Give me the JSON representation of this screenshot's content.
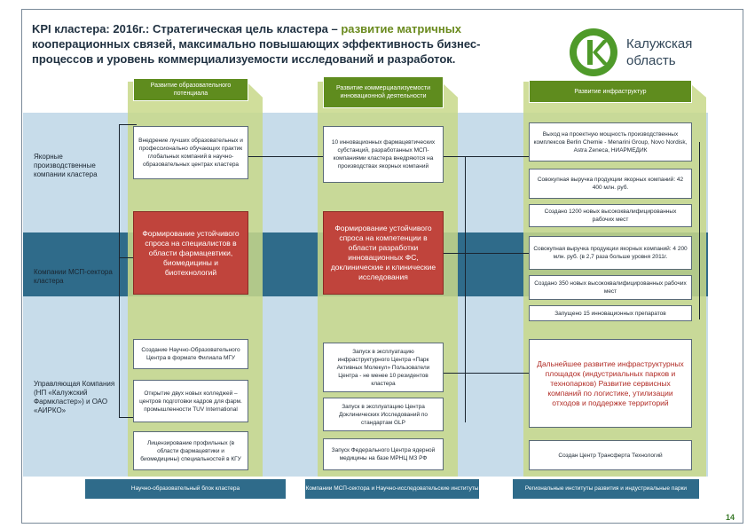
{
  "header": {
    "title_part1": "KPI кластера: 2016г.: Стратегическая цель кластера – ",
    "title_highlight": "развитие  матричных",
    "title_line2": "кооперационных связей, максимально повышающих  эффективность бизнес-",
    "title_line3": "процессов и уровень коммерциализуемости  исследований и разработок.",
    "region_name_line1": "Калужская",
    "region_name_line2": "область"
  },
  "columns": {
    "edu": "Развитие образовательного потенциала",
    "commerce": "Развитие коммерциализуемости инновационной деятельности",
    "infra": "Развитие инфраструктур"
  },
  "rows": {
    "anchor": "Якорные производственные компании кластера",
    "sme": "Компании МСП-сектора кластера",
    "mgmt": "Управляющая Компания (НП «Калужский Фармкластер») и ОАО «АИРКО»"
  },
  "boxes": {
    "edu_top": "Внедрение лучших образовательных и профессионально обучающих практик глобальных компаний в научно-образовательных центрах кластера",
    "edu_mid": "Формирование устойчивого спроса на специалистов в области фармацевтики, биомедицины  и биотехнологий",
    "edu_b1": "Создание Научно-Образовательного Центра в формате Филиала МГУ",
    "edu_b2": "Открытие двух новых колледжей – центров подготовки кадров для фарм. промышленности TUV International",
    "edu_b3": "Лицензирование профильных (в области фармацевтики и биомедицины) специальностей в КГУ",
    "com_top": "10 инновационных фармацевтических субстанций, разработанных МСП-компаниями кластера внедряются на производствах якорных компаний",
    "com_mid": "Формирование устойчивого спроса на компетенции в области разработки инновационных ФС, доклинические и клинические исследования",
    "com_b1": "Запуск в эксплуатацию инфраструктурного Центра «Парк Активных Молекул» Пользователи Центра - не менее 10 резидентов кластера",
    "com_b2": "Запуск в эксплуатацию Центра Доклинических Исследований по стандартам GLP",
    "com_b3": "Запуск Федерального Центра ядерной медицины на базе МРНЦ МЗ РФ",
    "inf_1": "Выход на проектную мощность производственных комплексов Berlin Chemie - Menarini Group, Novo Nordisk, Astra Zeneca, НИАРМЕДИК",
    "inf_2": "Совокупная выручка продукции якорных компаний: 42 400 млн. руб.",
    "inf_3": "Создано 1200 новых высококвалифицированных рабочих мест",
    "inf_4": "Совокупная выручка продукции якорных компаний: 4 200 млн. руб. (в 2,7 раза больше уровня 2011г.",
    "inf_5": "Создано 350 новых высококвалифицированных рабочих мест",
    "inf_6": "Запущено 15 инновационных препаратов",
    "inf_red": "Дальнейшее развитие инфраструктурных площадок (индустриальных парков  и технопарков) Развитие сервисных компаний по логистике, утилизации отходов и поддержке территорий",
    "inf_7": "Создан Центр Трансферта Технологий"
  },
  "footer": {
    "edu": "Научно-образовательный блок кластера",
    "com": "Компании МСП-сектора  и Научно-исследовательские институты",
    "inf": "Региональные институты развития и индустриальные парки"
  },
  "page_number": "14",
  "colors": {
    "green": "#5f8c1e",
    "red": "#c0443c",
    "band": "#2f6b8a",
    "chevron": "#c8d88a"
  }
}
